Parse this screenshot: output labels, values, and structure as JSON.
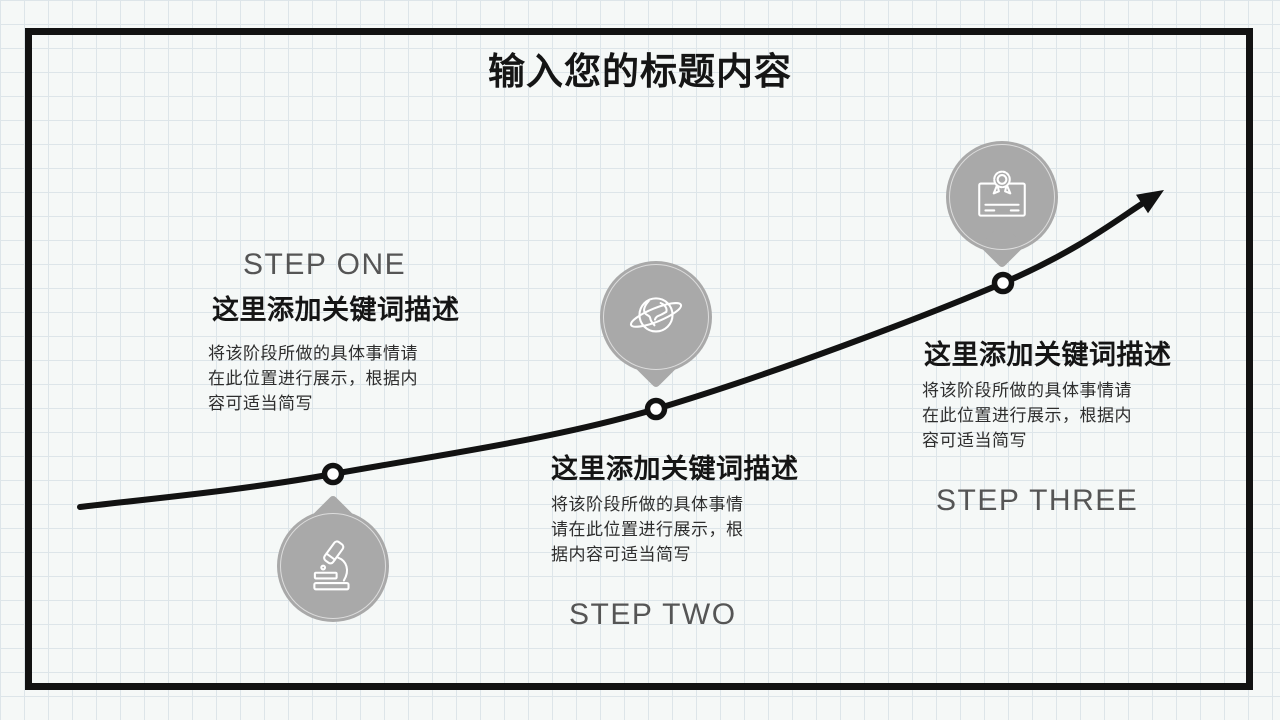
{
  "slide": {
    "title": "输入您的标题内容",
    "steps": [
      {
        "label": "STEP ONE",
        "heading": "这里添加关键词描述",
        "body": "将该阶段所做的具体事情请\n在此位置进行展示，根据内\n容可适当简写",
        "icon": "microscope-icon"
      },
      {
        "label": "STEP TWO",
        "heading": "这里添加关键词描述",
        "body": "将该阶段所做的具体事情\n请在此位置进行展示，根\n据内容可适当简写",
        "icon": "globe-icon"
      },
      {
        "label": "STEP THREE",
        "heading": "这里添加关键词描述",
        "body": "将该阶段所做的具体事情请\n在此位置进行展示，根据内\n容可适当简写",
        "icon": "certificate-icon"
      }
    ],
    "colors": {
      "background": "#f5f8f7",
      "grid_line": "#dde5e9",
      "frame": "#121212",
      "curve": "#121212",
      "bubble": "#a9a9a9",
      "step_label": "#555555",
      "heading": "#151515",
      "body_text": "#2e2e2e"
    }
  }
}
